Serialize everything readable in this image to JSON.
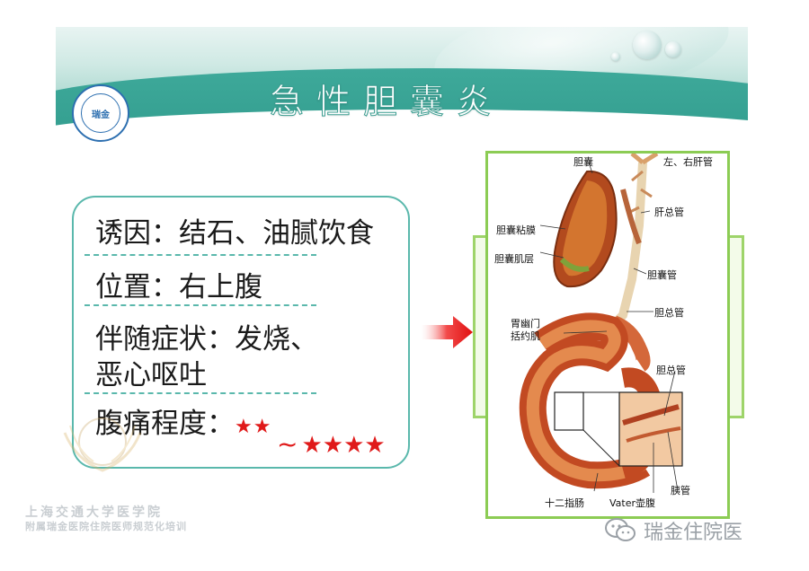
{
  "slide": {
    "title": "急性胆囊炎",
    "logo_text": "瑞金"
  },
  "content": {
    "line1": "诱因：结石、油腻饮食",
    "line2": "位置：右上腹",
    "line3": "伴随症状：发烧、",
    "line4": "恶心呕吐",
    "line5_label": "腹痛程度：",
    "stars_a": "★★",
    "tilde": "~",
    "stars_b": "★★★★"
  },
  "figure": {
    "labels": {
      "gallbladder": "胆囊",
      "lr_hepatic": "左、右肝管",
      "common_hepatic": "肝总管",
      "mucosa": "胆囊粘膜",
      "muscle": "胆囊肌层",
      "cystic_duct": "胆囊管",
      "pylorus": "胃幽门",
      "sphincter": "括约肌",
      "common_bile": "胆总管",
      "common_bile2": "胆总管",
      "duodenum": "十二指肠",
      "vater": "Vater壶腹",
      "pancreatic": "胰管"
    }
  },
  "footer": {
    "line1": "上海交通大学医学院",
    "line2": "附属瑞金医院住院医师规范化培训",
    "wechat": "瑞金住院医"
  },
  "colors": {
    "accent": "#3ea99a",
    "frame": "#8ccc54",
    "star": "#e01a1a"
  }
}
